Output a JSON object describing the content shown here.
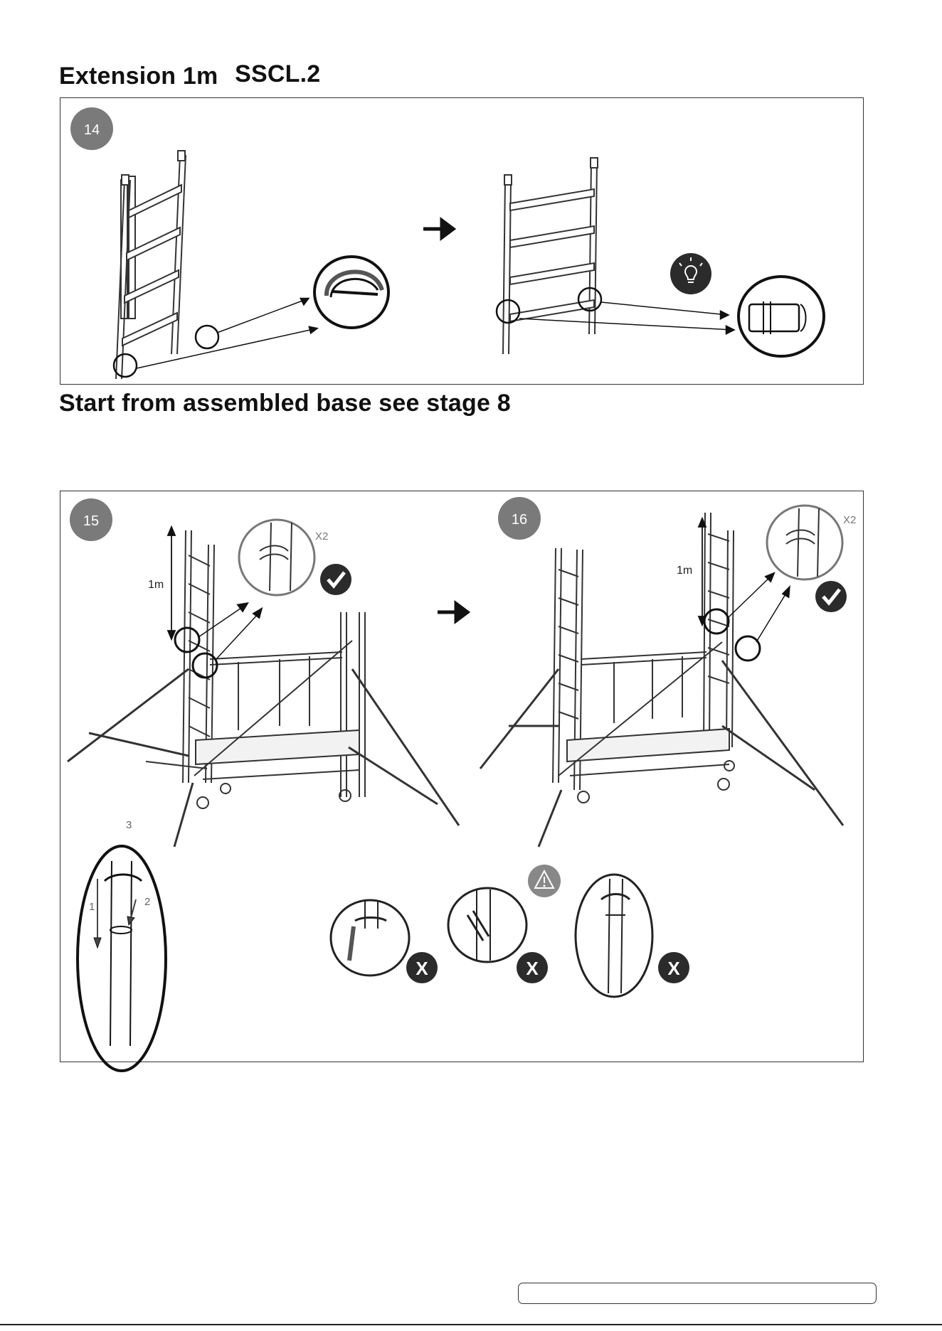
{
  "header": {
    "title": "Extension 1m",
    "model": "SSCL.2"
  },
  "instruction": "Start from assembled base see stage 8",
  "steps": [
    {
      "number": "14"
    },
    {
      "number": "15",
      "height_label": "1m",
      "multiplier": "X2"
    },
    {
      "number": "16",
      "height_label": "1m",
      "multiplier": "X2"
    }
  ],
  "detail_labels": {
    "one": "1",
    "two": "2",
    "three": "3"
  },
  "icons": {
    "arrow": "right-arrow-icon",
    "tip": "lightbulb-icon",
    "ok": "check-icon",
    "warning": "warning-icon",
    "wrong": "cross-icon"
  },
  "colors": {
    "badge": "#7a7a7a",
    "icon_dark": "#2b2b2b",
    "line": "#333333"
  }
}
